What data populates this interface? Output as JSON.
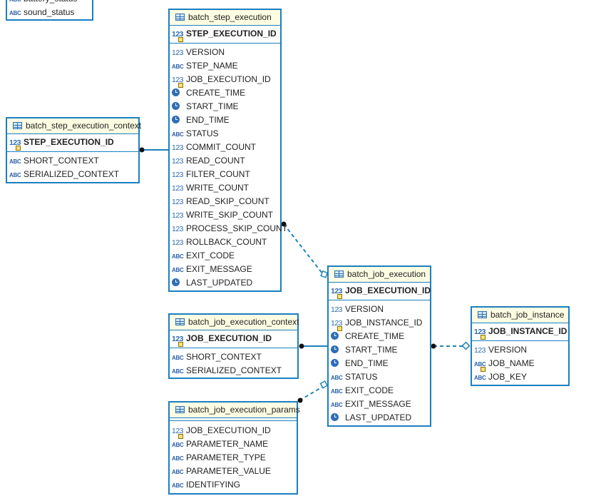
{
  "entities": {
    "top_partial": {
      "title": "",
      "columns": [
        {
          "name": "battery_status",
          "type": "abc"
        },
        {
          "name": "sound_status",
          "type": "abc"
        }
      ]
    },
    "batch_step_execution": {
      "title": "batch_step_execution",
      "pk": "STEP_EXECUTION_ID",
      "columns": [
        {
          "name": "VERSION",
          "type": "num"
        },
        {
          "name": "STEP_NAME",
          "type": "abc"
        },
        {
          "name": "JOB_EXECUTION_ID",
          "type": "num-key"
        },
        {
          "name": "CREATE_TIME",
          "type": "time"
        },
        {
          "name": "START_TIME",
          "type": "time"
        },
        {
          "name": "END_TIME",
          "type": "time"
        },
        {
          "name": "STATUS",
          "type": "abc"
        },
        {
          "name": "COMMIT_COUNT",
          "type": "num"
        },
        {
          "name": "READ_COUNT",
          "type": "num"
        },
        {
          "name": "FILTER_COUNT",
          "type": "num"
        },
        {
          "name": "WRITE_COUNT",
          "type": "num"
        },
        {
          "name": "READ_SKIP_COUNT",
          "type": "num"
        },
        {
          "name": "WRITE_SKIP_COUNT",
          "type": "num"
        },
        {
          "name": "PROCESS_SKIP_COUNT",
          "type": "num"
        },
        {
          "name": "ROLLBACK_COUNT",
          "type": "num"
        },
        {
          "name": "EXIT_CODE",
          "type": "abc"
        },
        {
          "name": "EXIT_MESSAGE",
          "type": "abc"
        },
        {
          "name": "LAST_UPDATED",
          "type": "time"
        }
      ]
    },
    "batch_step_execution_context": {
      "title": "batch_step_execution_context",
      "pk": "STEP_EXECUTION_ID",
      "columns": [
        {
          "name": "SHORT_CONTEXT",
          "type": "abc"
        },
        {
          "name": "SERIALIZED_CONTEXT",
          "type": "abc"
        }
      ]
    },
    "batch_job_execution": {
      "title": "batch_job_execution",
      "pk": "JOB_EXECUTION_ID",
      "columns": [
        {
          "name": "VERSION",
          "type": "num"
        },
        {
          "name": "JOB_INSTANCE_ID",
          "type": "num-key"
        },
        {
          "name": "CREATE_TIME",
          "type": "time"
        },
        {
          "name": "START_TIME",
          "type": "time"
        },
        {
          "name": "END_TIME",
          "type": "time"
        },
        {
          "name": "STATUS",
          "type": "abc"
        },
        {
          "name": "EXIT_CODE",
          "type": "abc"
        },
        {
          "name": "EXIT_MESSAGE",
          "type": "abc"
        },
        {
          "name": "LAST_UPDATED",
          "type": "time"
        }
      ]
    },
    "batch_job_execution_context": {
      "title": "batch_job_execution_context",
      "pk": "JOB_EXECUTION_ID",
      "columns": [
        {
          "name": "SHORT_CONTEXT",
          "type": "abc"
        },
        {
          "name": "SERIALIZED_CONTEXT",
          "type": "abc"
        }
      ]
    },
    "batch_job_execution_params": {
      "title": "batch_job_execution_params",
      "pk": "",
      "columns": [
        {
          "name": "JOB_EXECUTION_ID",
          "type": "num-key"
        },
        {
          "name": "PARAMETER_NAME",
          "type": "abc"
        },
        {
          "name": "PARAMETER_TYPE",
          "type": "abc"
        },
        {
          "name": "PARAMETER_VALUE",
          "type": "abc"
        },
        {
          "name": "IDENTIFYING",
          "type": "abc"
        }
      ]
    },
    "batch_job_instance": {
      "title": "batch_job_instance",
      "pk": "JOB_INSTANCE_ID",
      "columns": [
        {
          "name": "VERSION",
          "type": "num"
        },
        {
          "name": "JOB_NAME",
          "type": "abc-key"
        },
        {
          "name": "JOB_KEY",
          "type": "abc"
        }
      ]
    }
  },
  "type_icons": {
    "num": "123",
    "abc": "ABC",
    "time": "clock-icon"
  },
  "colors": {
    "border": "#1b7fc1",
    "header_bg": "#fdfde3",
    "connector": "#1f84b8"
  }
}
